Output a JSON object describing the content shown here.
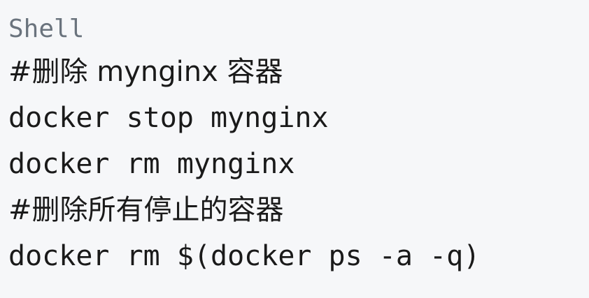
{
  "code_block": {
    "language": "Shell",
    "lines": [
      "#删除 mynginx 容器",
      "docker stop mynginx",
      "docker rm mynginx",
      "#删除所有停止的容器",
      "docker rm $(docker ps -a -q)"
    ]
  },
  "colors": {
    "background": "#f6f7f9",
    "label": "#6a737d",
    "code_text": "#1a1a1a"
  }
}
